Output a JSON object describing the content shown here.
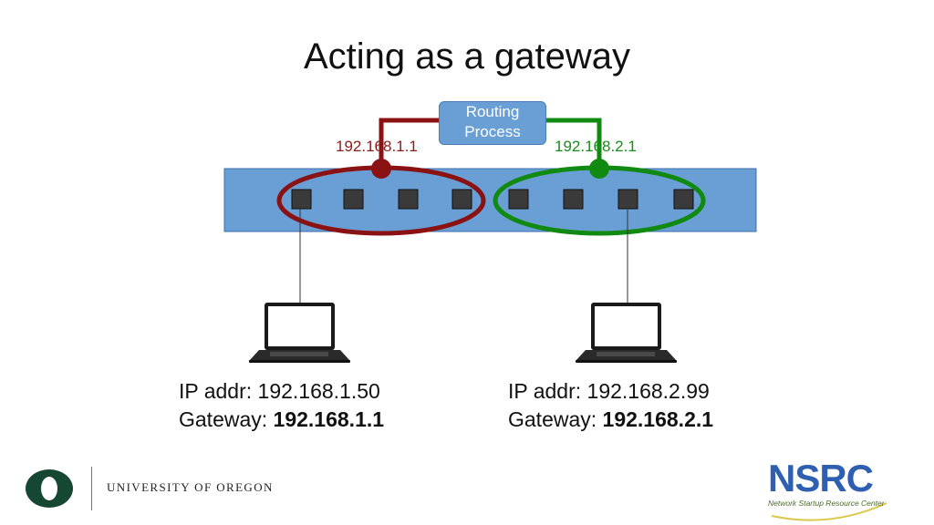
{
  "title": "Acting as a gateway",
  "router": {
    "routing_process": [
      "Routing",
      "Process"
    ],
    "left_interface_ip": "192.168.1.1",
    "right_interface_ip": "192.168.2.1",
    "left_color": "#8b1212",
    "right_color": "#108a10",
    "switch_color": "#6a9fd6"
  },
  "hosts": [
    {
      "ip_label": "IP addr: ",
      "ip": "192.168.1.50",
      "gw_label": "Gateway: ",
      "gw": "192.168.1.1"
    },
    {
      "ip_label": "IP addr: ",
      "ip": "192.168.2.99",
      "gw_label": "Gateway: ",
      "gw": "192.168.2.1"
    }
  ],
  "footer": {
    "university": "UNIVERSITY OF OREGON",
    "uo_logo_letter": "O",
    "nsrc_logo": "NSRC",
    "nsrc_tagline": "Network Startup Resource Center",
    "uo_green": "#154733"
  }
}
